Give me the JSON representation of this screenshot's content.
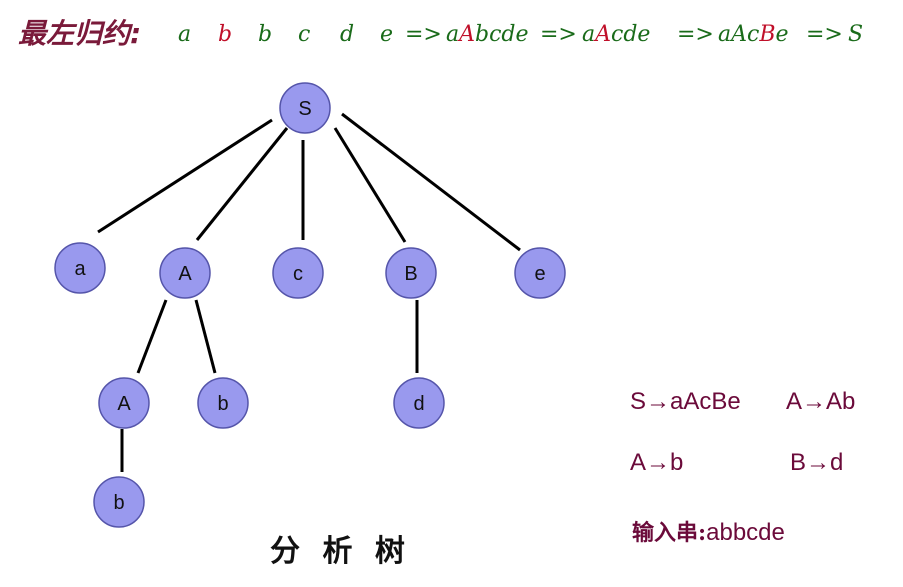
{
  "header": {
    "title": "最左归约:",
    "steps": [
      {
        "id": "s1",
        "parts": [
          {
            "t": "a",
            "hl": false
          }
        ]
      },
      {
        "id": "s2",
        "parts": [
          {
            "t": "b",
            "hl": true
          }
        ]
      },
      {
        "id": "s3",
        "parts": [
          {
            "t": "b",
            "hl": false
          }
        ]
      },
      {
        "id": "s4",
        "parts": [
          {
            "t": "c",
            "hl": false
          }
        ]
      },
      {
        "id": "s5",
        "parts": [
          {
            "t": "d",
            "hl": false
          }
        ]
      },
      {
        "id": "s6",
        "parts": [
          {
            "t": "e",
            "hl": false
          }
        ]
      },
      {
        "id": "a1",
        "parts": [
          {
            "t": "=>",
            "hl": false
          }
        ]
      },
      {
        "id": "s7",
        "parts": [
          {
            "t": "a",
            "hl": false
          },
          {
            "t": "A",
            "hl": true
          },
          {
            "t": "bcde",
            "hl": false
          }
        ]
      },
      {
        "id": "a2",
        "parts": [
          {
            "t": "=>",
            "hl": false
          }
        ]
      },
      {
        "id": "s8",
        "parts": [
          {
            "t": "a",
            "hl": false
          },
          {
            "t": "A",
            "hl": true
          },
          {
            "t": "cde",
            "hl": false
          }
        ]
      },
      {
        "id": "a3",
        "parts": [
          {
            "t": "=>",
            "hl": false
          }
        ]
      },
      {
        "id": "s9",
        "parts": [
          {
            "t": "aAc",
            "hl": false
          },
          {
            "t": "B",
            "hl": true
          },
          {
            "t": "e",
            "hl": false
          }
        ]
      },
      {
        "id": "a4",
        "parts": [
          {
            "t": "=>",
            "hl": false
          }
        ]
      },
      {
        "id": "s10",
        "parts": [
          {
            "t": "S",
            "hl": false
          }
        ]
      }
    ]
  },
  "colors": {
    "node_fill": "#9999ee",
    "node_stroke": "#5555aa",
    "edge": "#000000",
    "title": "#7a1a3a",
    "sequence": "#1a6b1a",
    "highlight": "#c0102a",
    "rules": "#6b0a3a"
  },
  "tree": {
    "nodes": [
      {
        "id": "S",
        "label": "S"
      },
      {
        "id": "a",
        "label": "a"
      },
      {
        "id": "A1",
        "label": "A"
      },
      {
        "id": "c",
        "label": "c"
      },
      {
        "id": "B",
        "label": "B"
      },
      {
        "id": "e",
        "label": "e"
      },
      {
        "id": "A2",
        "label": "A"
      },
      {
        "id": "b1",
        "label": "b"
      },
      {
        "id": "d",
        "label": "d"
      },
      {
        "id": "b2",
        "label": "b"
      }
    ],
    "edges": [
      [
        "S",
        "a"
      ],
      [
        "S",
        "A1"
      ],
      [
        "S",
        "c"
      ],
      [
        "S",
        "B"
      ],
      [
        "S",
        "e"
      ],
      [
        "A1",
        "A2"
      ],
      [
        "A1",
        "b1"
      ],
      [
        "B",
        "d"
      ],
      [
        "A2",
        "b2"
      ]
    ]
  },
  "grammar": {
    "rule1": "S→aAcBe",
    "rule2": "A→Ab",
    "rule3": "A→b",
    "rule4": "B→d",
    "input_label": "输入串:",
    "input_value": "abbcde"
  },
  "caption": "分 析 树"
}
